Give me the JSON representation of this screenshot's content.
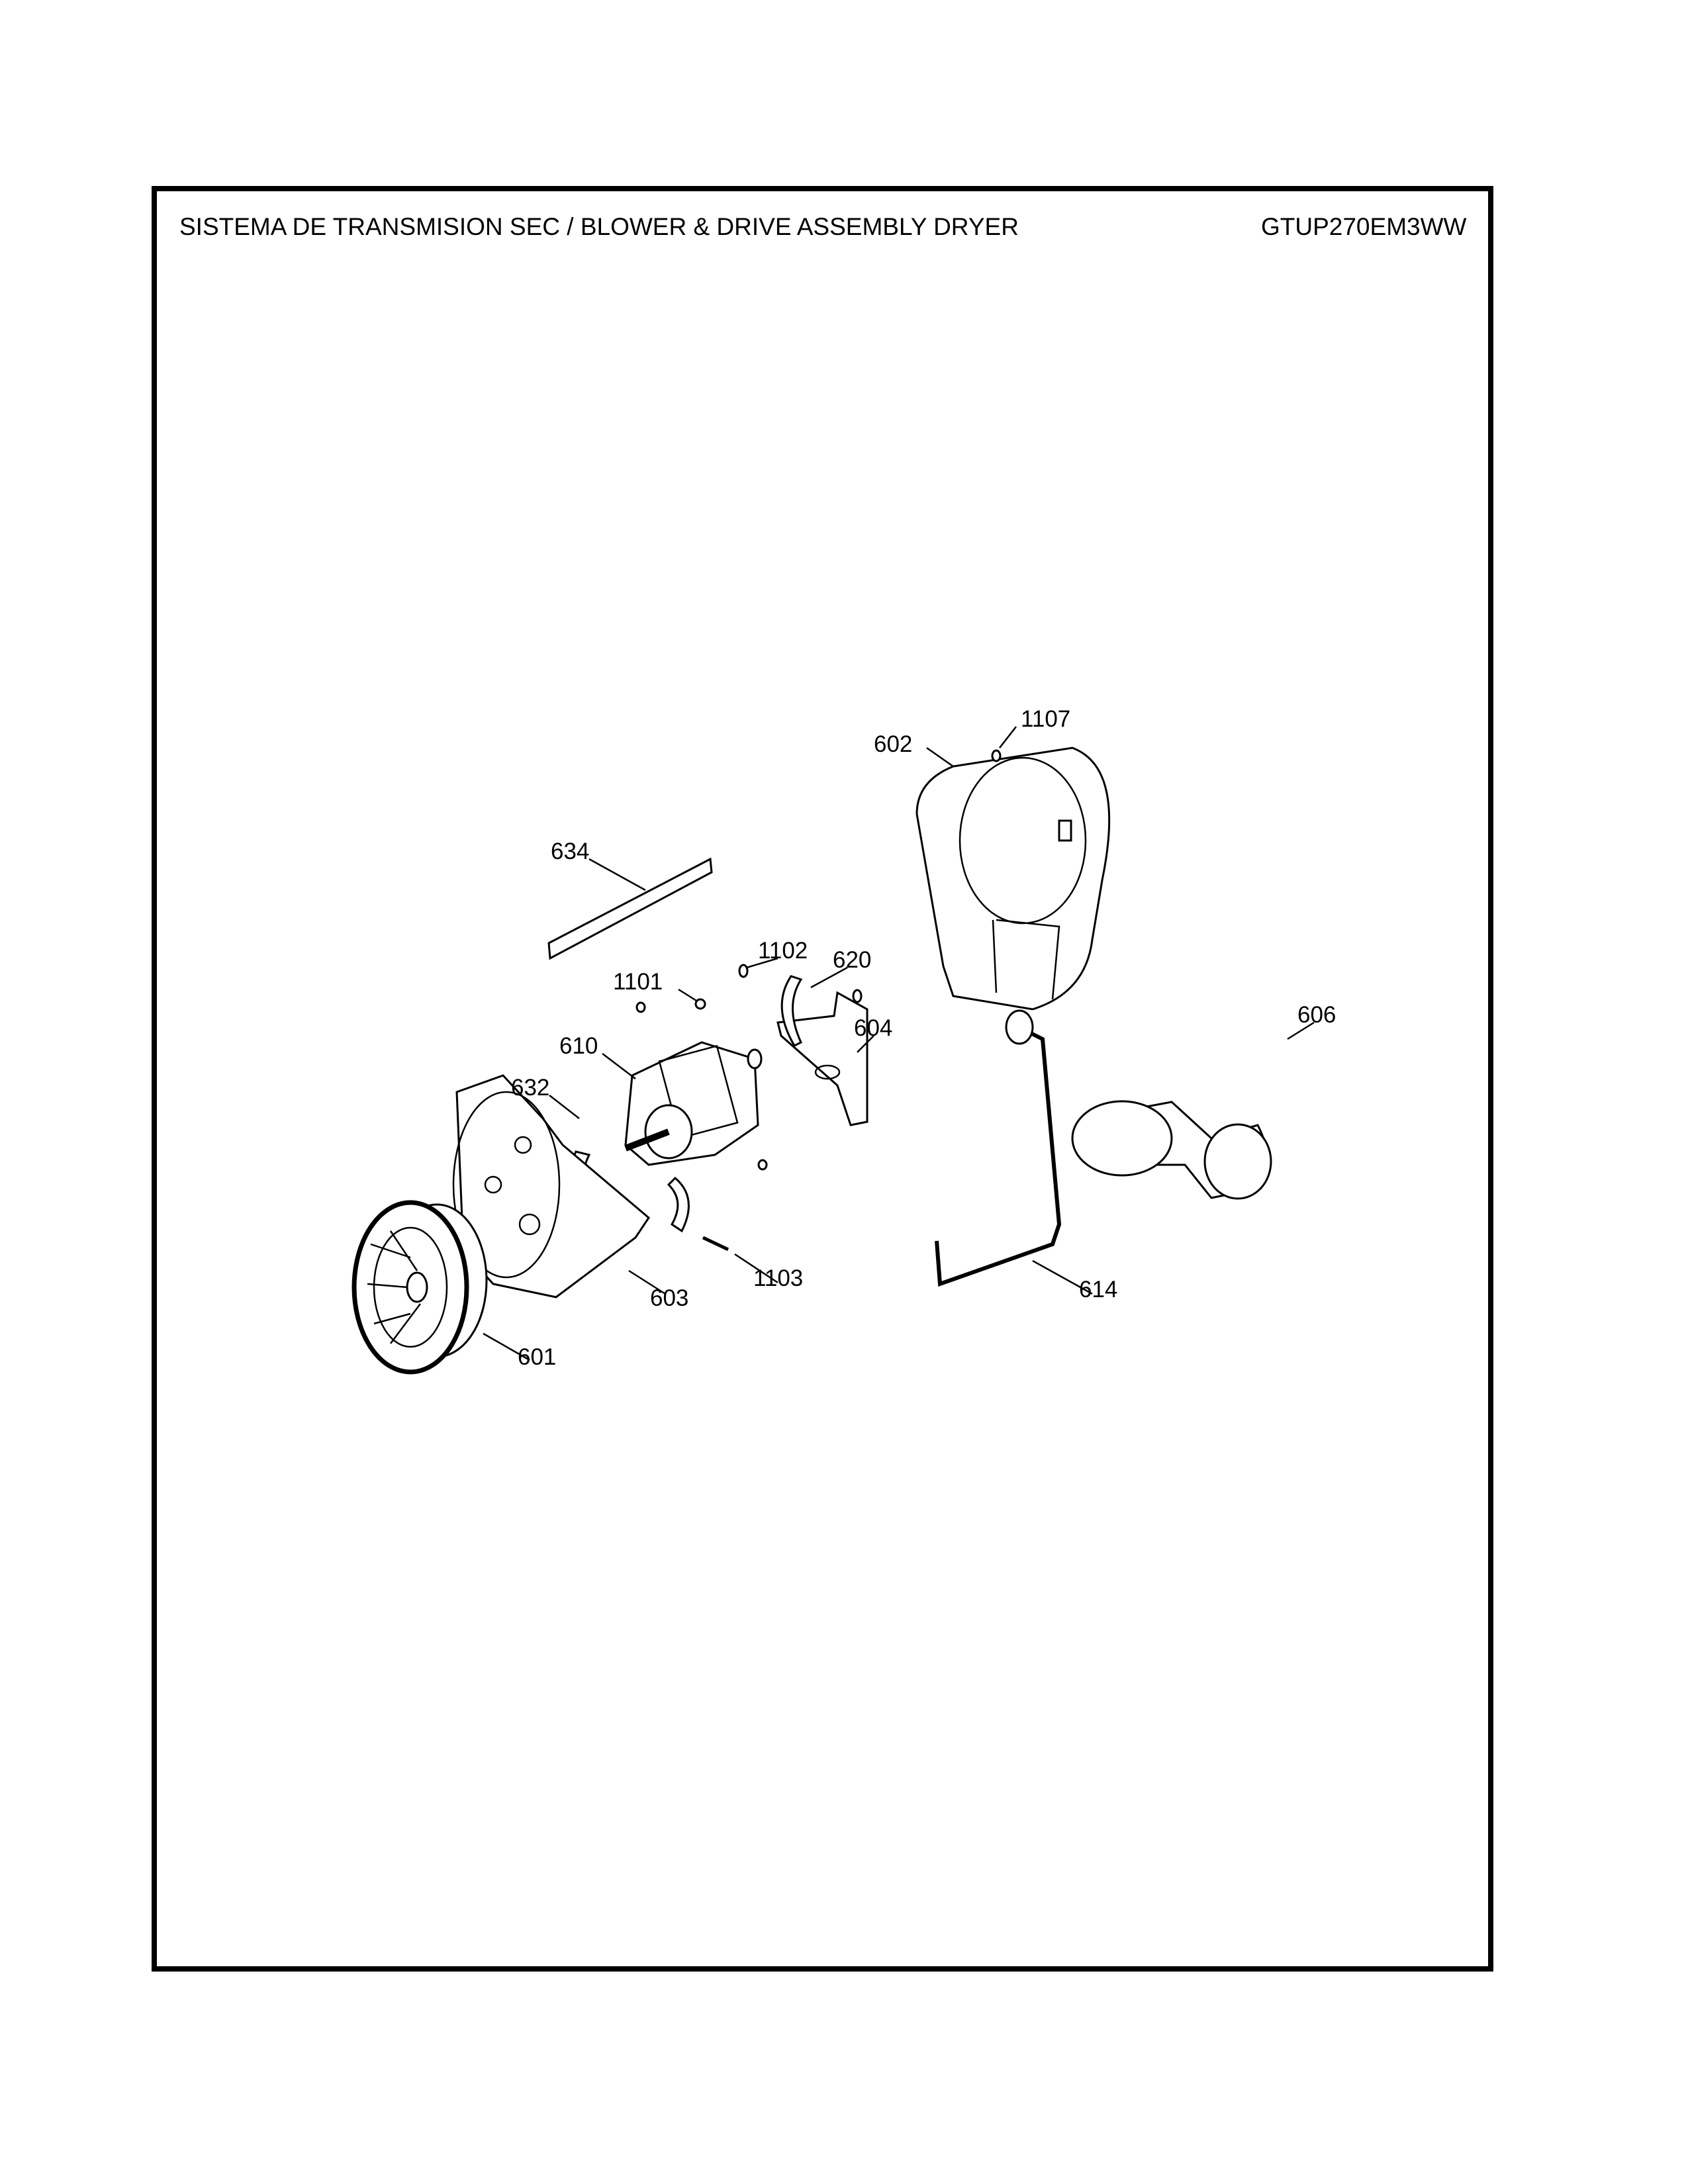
{
  "header": {
    "title": "SISTEMA DE TRANSMISION SEC / BLOWER & DRIVE ASSEMBLY DRYER",
    "model": "GTUP270EM3WW"
  },
  "parts": {
    "p1107": "1107",
    "p602": "602",
    "p634": "634",
    "p1102": "1102",
    "p620": "620",
    "p1101": "1101",
    "p604": "604",
    "p606": "606",
    "p610": "610",
    "p632": "632",
    "p1103": "1103",
    "p614": "614",
    "p603": "603",
    "p601": "601"
  }
}
